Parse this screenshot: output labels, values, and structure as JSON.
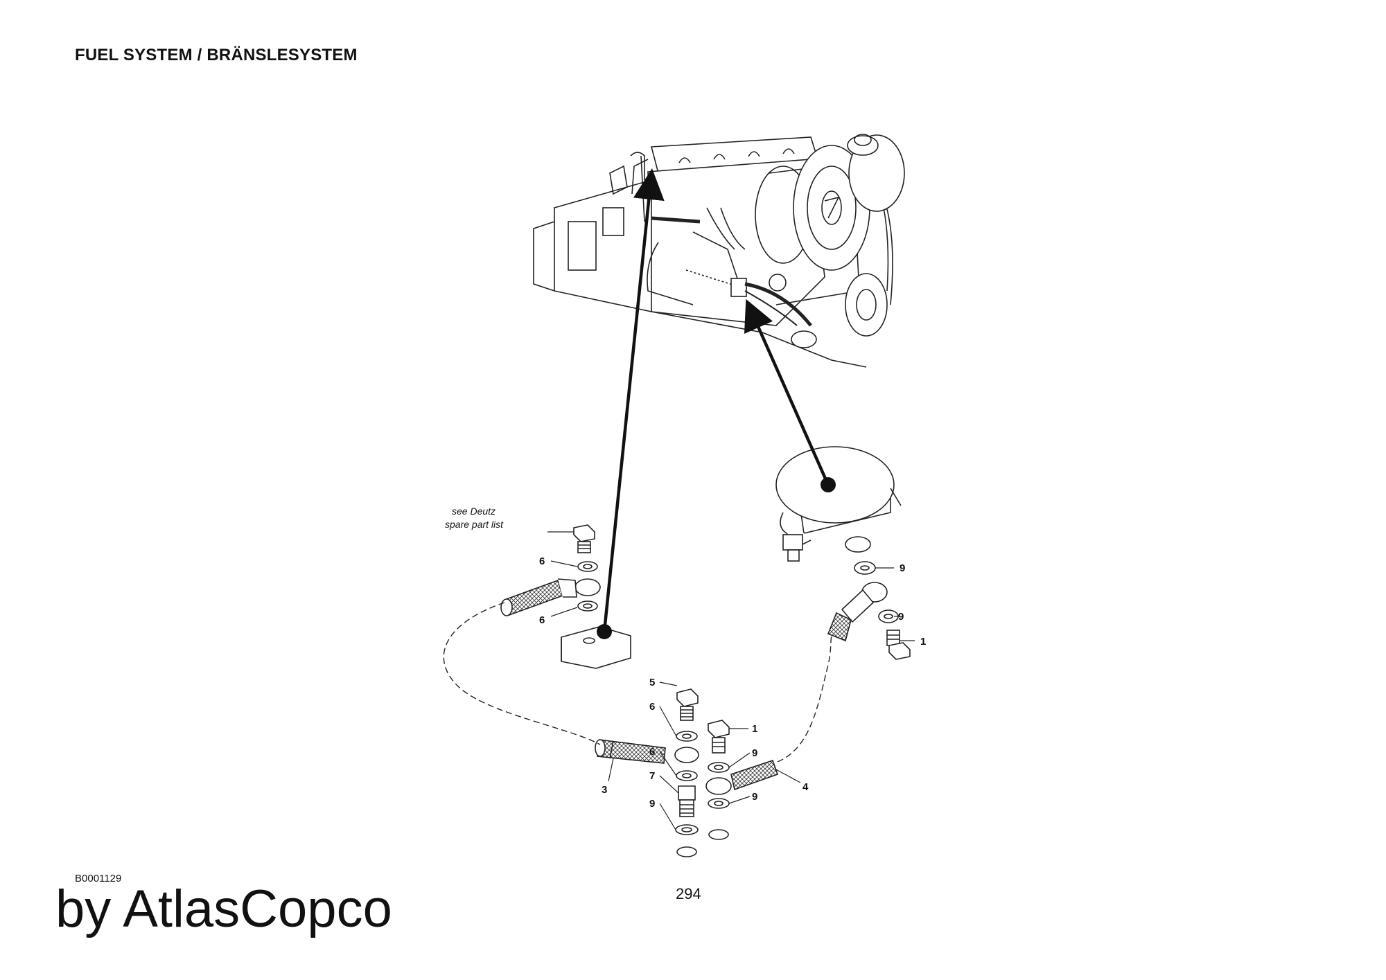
{
  "header": {
    "title": "FUEL SYSTEM / BRÄNSLESYSTEM"
  },
  "diagram": {
    "note_line1": "see Deutz",
    "note_line2": "spare part list",
    "callouts": {
      "c6a": "6",
      "c6b": "6",
      "c9a": "9",
      "c9b": "9",
      "c1a": "1",
      "c5": "5",
      "c6c": "6",
      "c6d": "6",
      "c7": "7",
      "c9c": "9",
      "c1b": "1",
      "c9d": "9",
      "c9e": "9",
      "c3": "3",
      "c4": "4"
    }
  },
  "footer": {
    "doc_code": "B0001129",
    "page_number": "294",
    "brand": "by AtlasCopco"
  }
}
